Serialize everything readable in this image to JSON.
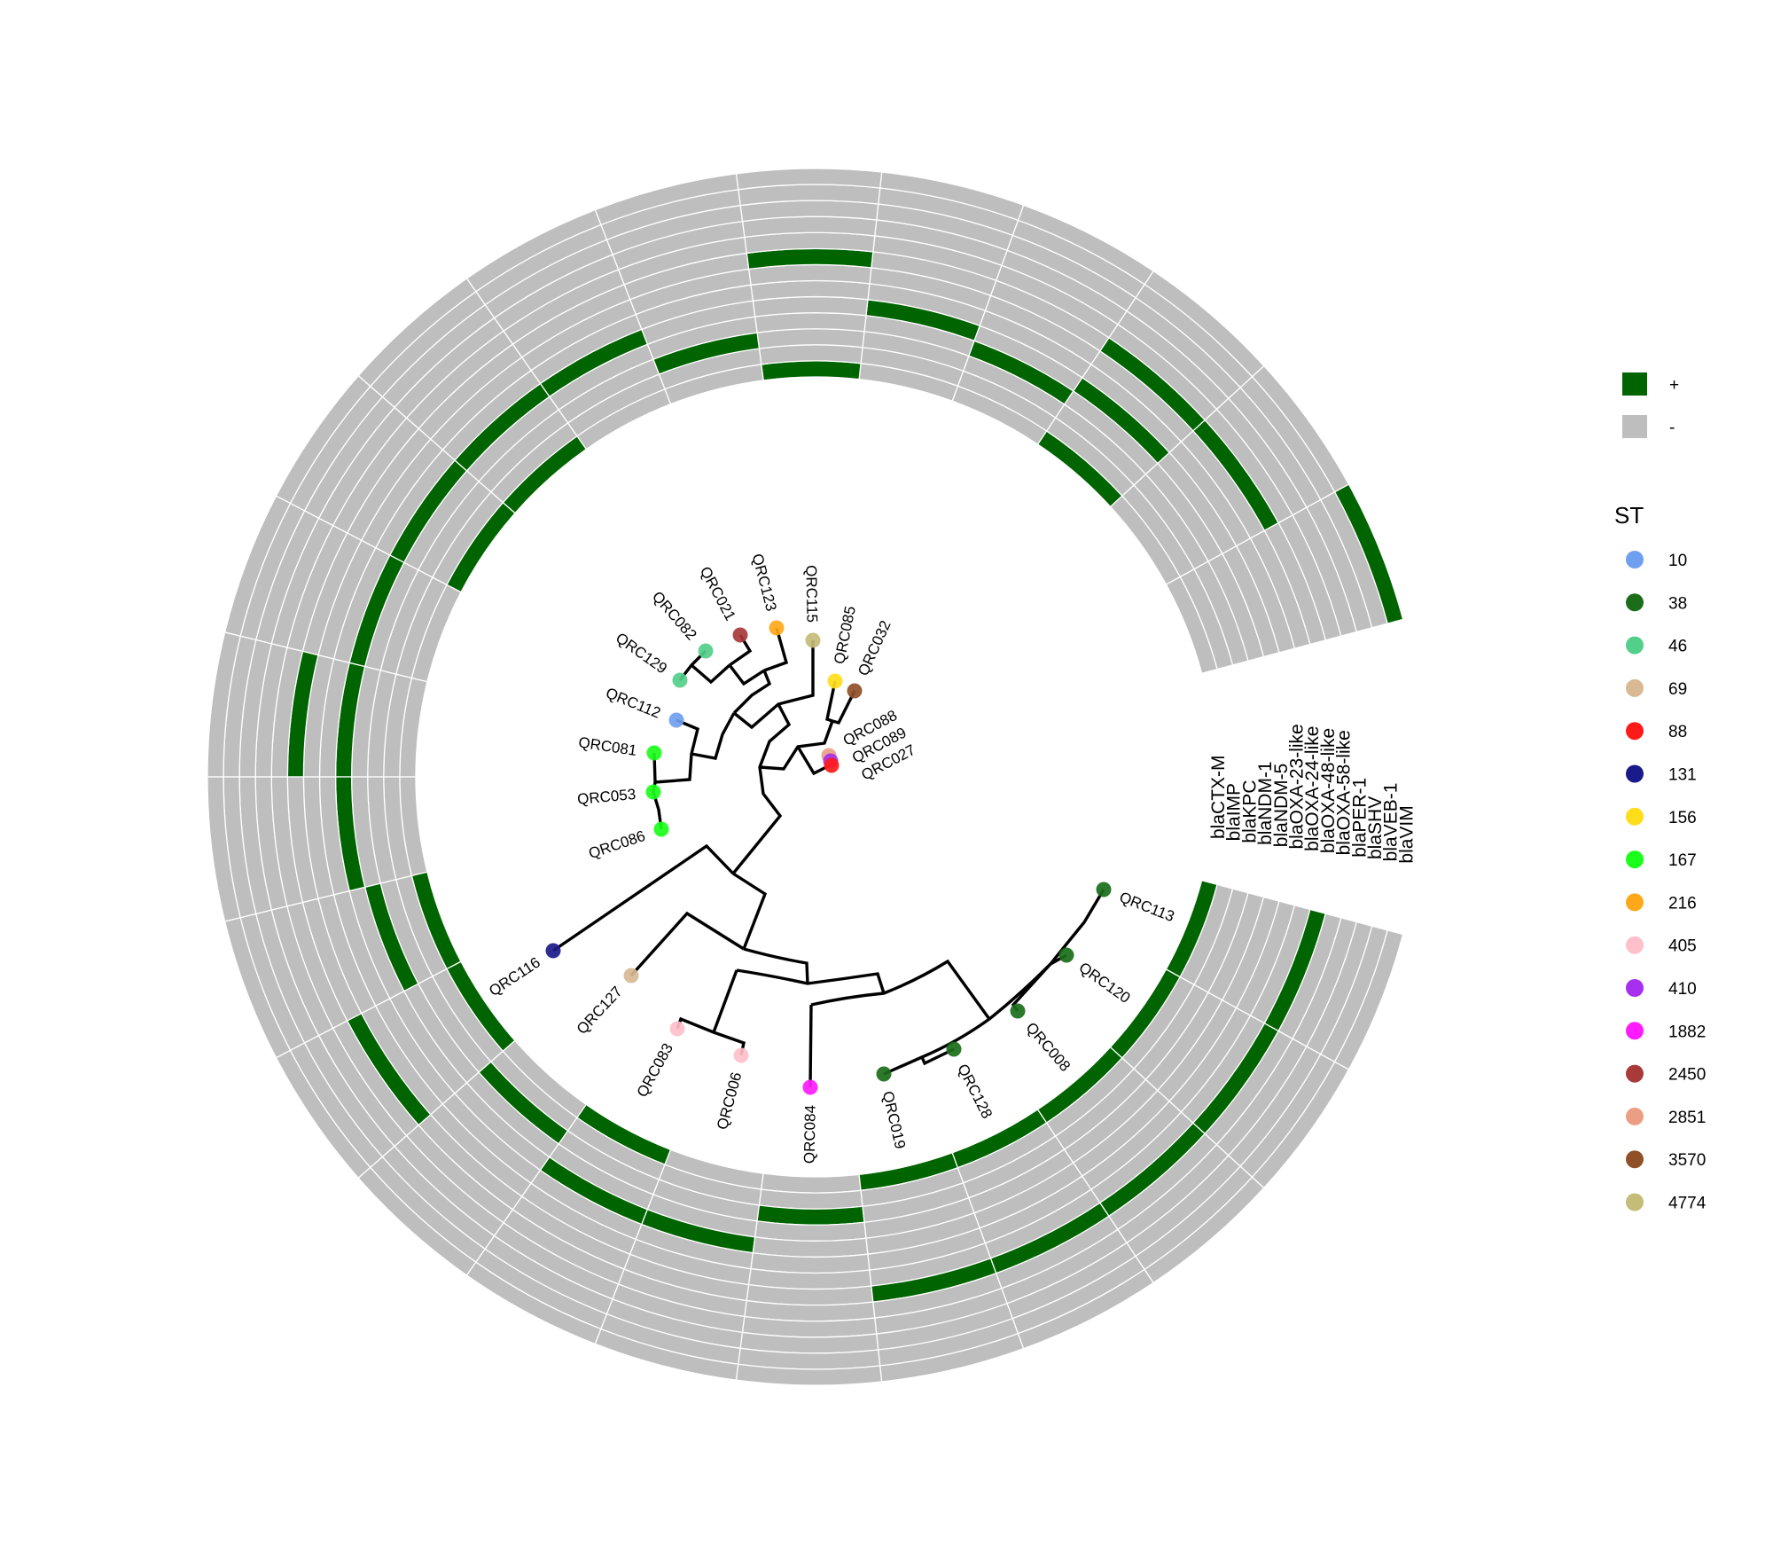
{
  "genes": [
    "blaCTX-M",
    "blaIMP",
    "blaKPC",
    "blaNDM-1",
    "blaNDM-5",
    "blaOXA-23-like",
    "blaOXA-24-like",
    "blaOXA-48-like",
    "blaOXA-58-like",
    "blaPER-1",
    "blaSHV",
    "blaVEB-1",
    "blaVIM"
  ],
  "colors": {
    "present": "#006400",
    "absent": "#BEBEBE",
    "branch": "#000000"
  },
  "isolates": [
    {
      "id": "QRC027",
      "st": "88",
      "genes": [
        "blaVIM"
      ]
    },
    {
      "id": "QRC089",
      "st": "410",
      "genes": [
        "blaOXA-48-like"
      ]
    },
    {
      "id": "QRC088",
      "st": "2851",
      "genes": [
        "blaCTX-M",
        "blaNDM-5",
        "blaOXA-48-like"
      ]
    },
    {
      "id": "QRC032",
      "st": "3570",
      "genes": [
        "blaNDM-1"
      ]
    },
    {
      "id": "QRC085",
      "st": "156",
      "genes": [
        "blaNDM-5"
      ]
    },
    {
      "id": "QRC115",
      "st": "4774",
      "genes": [
        "blaCTX-M",
        "blaOXA-48-like"
      ]
    },
    {
      "id": "QRC123",
      "st": "216",
      "genes": [
        "blaKPC"
      ]
    },
    {
      "id": "QRC021",
      "st": "2450",
      "genes": [
        "blaNDM-5"
      ]
    },
    {
      "id": "QRC082",
      "st": "46",
      "genes": [
        "blaCTX-M",
        "blaNDM-5"
      ]
    },
    {
      "id": "QRC129",
      "st": "46",
      "genes": [
        "blaCTX-M",
        "blaNDM-5"
      ]
    },
    {
      "id": "QRC112",
      "st": "10",
      "genes": [
        "blaNDM-5"
      ]
    },
    {
      "id": "QRC081",
      "st": "167",
      "genes": [
        "blaNDM-5",
        "blaOXA-48-like"
      ]
    },
    {
      "id": "QRC053",
      "st": "167",
      "genes": [
        "blaNDM-5"
      ]
    },
    {
      "id": "QRC086",
      "st": "167",
      "genes": [
        "blaCTX-M",
        "blaNDM-1"
      ]
    },
    {
      "id": "QRC116",
      "st": "131",
      "genes": [
        "blaCTX-M",
        "blaOXA-48-like"
      ]
    },
    {
      "id": "QRC127",
      "st": "69",
      "genes": [
        "blaKPC"
      ]
    },
    {
      "id": "QRC083",
      "st": "405",
      "genes": [
        "blaCTX-M",
        "blaNDM-5"
      ]
    },
    {
      "id": "QRC006",
      "st": "405",
      "genes": [
        "blaNDM-5"
      ]
    },
    {
      "id": "QRC084",
      "st": "1882",
      "genes": [
        "blaKPC"
      ]
    },
    {
      "id": "QRC019",
      "st": "38",
      "genes": [
        "blaCTX-M",
        "blaOXA-48-like"
      ]
    },
    {
      "id": "QRC128",
      "st": "38",
      "genes": [
        "blaCTX-M",
        "blaOXA-48-like"
      ]
    },
    {
      "id": "QRC008",
      "st": "38",
      "genes": [
        "blaCTX-M",
        "blaOXA-48-like"
      ]
    },
    {
      "id": "QRC120",
      "st": "38",
      "genes": [
        "blaCTX-M",
        "blaOXA-48-like"
      ]
    },
    {
      "id": "QRC113",
      "st": "38",
      "genes": [
        "blaCTX-M",
        "blaOXA-48-like"
      ]
    }
  ],
  "legend": {
    "presence": [
      {
        "label": "+",
        "color": "#006400"
      },
      {
        "label": "-",
        "color": "#BEBEBE"
      }
    ],
    "st_title": "ST",
    "st": [
      {
        "label": "10",
        "color": "#6F9FEF"
      },
      {
        "label": "38",
        "color": "#1A6E1A"
      },
      {
        "label": "46",
        "color": "#52CF8A"
      },
      {
        "label": "69",
        "color": "#D8B994"
      },
      {
        "label": "88",
        "color": "#FF1A1A"
      },
      {
        "label": "131",
        "color": "#1A1A8A"
      },
      {
        "label": "156",
        "color": "#FFDD1A"
      },
      {
        "label": "167",
        "color": "#1AFF1A"
      },
      {
        "label": "216",
        "color": "#FFA81A"
      },
      {
        "label": "405",
        "color": "#FFC0CB"
      },
      {
        "label": "410",
        "color": "#A72FEF"
      },
      {
        "label": "1882",
        "color": "#FF1AFF"
      },
      {
        "label": "2450",
        "color": "#A83A3A"
      },
      {
        "label": "2851",
        "color": "#EC9E85"
      },
      {
        "label": "3570",
        "color": "#8F5028"
      },
      {
        "label": "4774",
        "color": "#C4BC78"
      }
    ]
  }
}
